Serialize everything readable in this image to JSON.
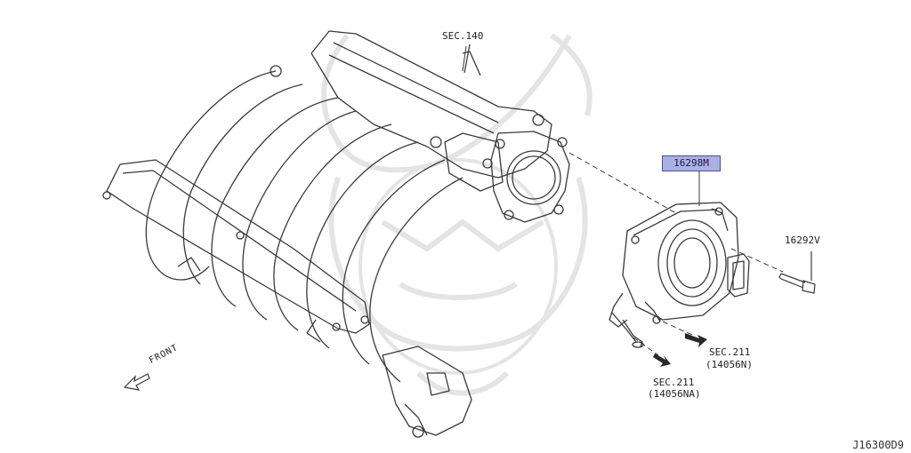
{
  "labels": {
    "sec_140": "SEC.140",
    "part_16298m": "16298M",
    "part_16292v": "16292V",
    "sec_211_a": "SEC.211",
    "sec_211_a_code": "(14056N)",
    "sec_211_b": "SEC.211",
    "sec_211_b_code": "(14056NA)",
    "front": "FRONT",
    "ref_code": "J16300D9"
  },
  "colors": {
    "line": "#3a3a3a",
    "highlight": "#a9b0e6",
    "watermark": "#e4e4e4"
  },
  "icons": {
    "front_arrow": "outline-arrow-icon",
    "sec211_arrows": "hatched-arrow-icon"
  }
}
